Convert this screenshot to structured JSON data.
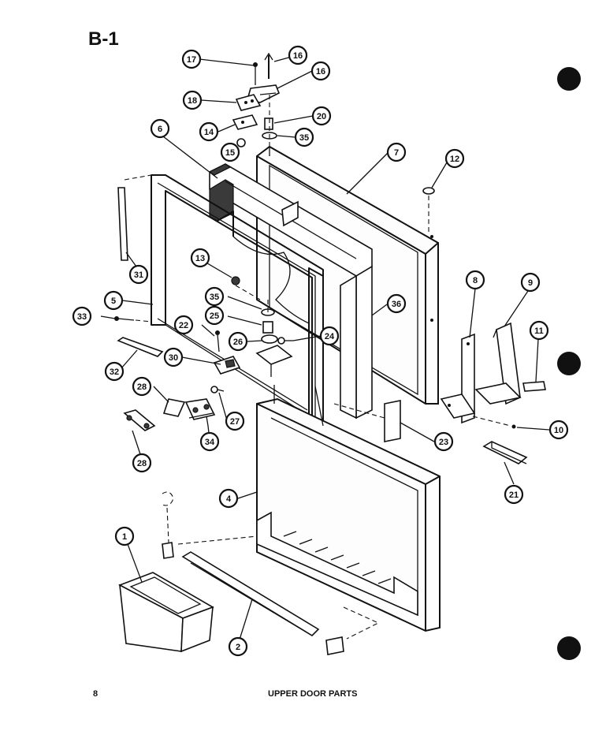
{
  "page_title": "B-1",
  "page_number": "8",
  "caption": "UPPER DOOR PARTS",
  "callouts": [
    {
      "id": "c1",
      "label": "1"
    },
    {
      "id": "c2",
      "label": "2"
    },
    {
      "id": "c4",
      "label": "4"
    },
    {
      "id": "c5",
      "label": "5"
    },
    {
      "id": "c6",
      "label": "6"
    },
    {
      "id": "c7",
      "label": "7"
    },
    {
      "id": "c8",
      "label": "8"
    },
    {
      "id": "c9",
      "label": "9"
    },
    {
      "id": "c10",
      "label": "10"
    },
    {
      "id": "c11",
      "label": "11"
    },
    {
      "id": "c12",
      "label": "12"
    },
    {
      "id": "c13",
      "label": "13"
    },
    {
      "id": "c14",
      "label": "14"
    },
    {
      "id": "c15",
      "label": "15"
    },
    {
      "id": "c16a",
      "label": "16"
    },
    {
      "id": "c16b",
      "label": "16"
    },
    {
      "id": "c17",
      "label": "17"
    },
    {
      "id": "c18",
      "label": "18"
    },
    {
      "id": "c20",
      "label": "20"
    },
    {
      "id": "c21",
      "label": "21"
    },
    {
      "id": "c22",
      "label": "22"
    },
    {
      "id": "c23",
      "label": "23"
    },
    {
      "id": "c24",
      "label": "24"
    },
    {
      "id": "c25",
      "label": "25"
    },
    {
      "id": "c26",
      "label": "26"
    },
    {
      "id": "c27",
      "label": "27"
    },
    {
      "id": "c28a",
      "label": "28"
    },
    {
      "id": "c28b",
      "label": "28"
    },
    {
      "id": "c30",
      "label": "30"
    },
    {
      "id": "c31",
      "label": "31"
    },
    {
      "id": "c32",
      "label": "32"
    },
    {
      "id": "c33",
      "label": "33"
    },
    {
      "id": "c34",
      "label": "34"
    },
    {
      "id": "c35a",
      "label": "35"
    },
    {
      "id": "c35b",
      "label": "35"
    },
    {
      "id": "c36",
      "label": "36"
    }
  ]
}
